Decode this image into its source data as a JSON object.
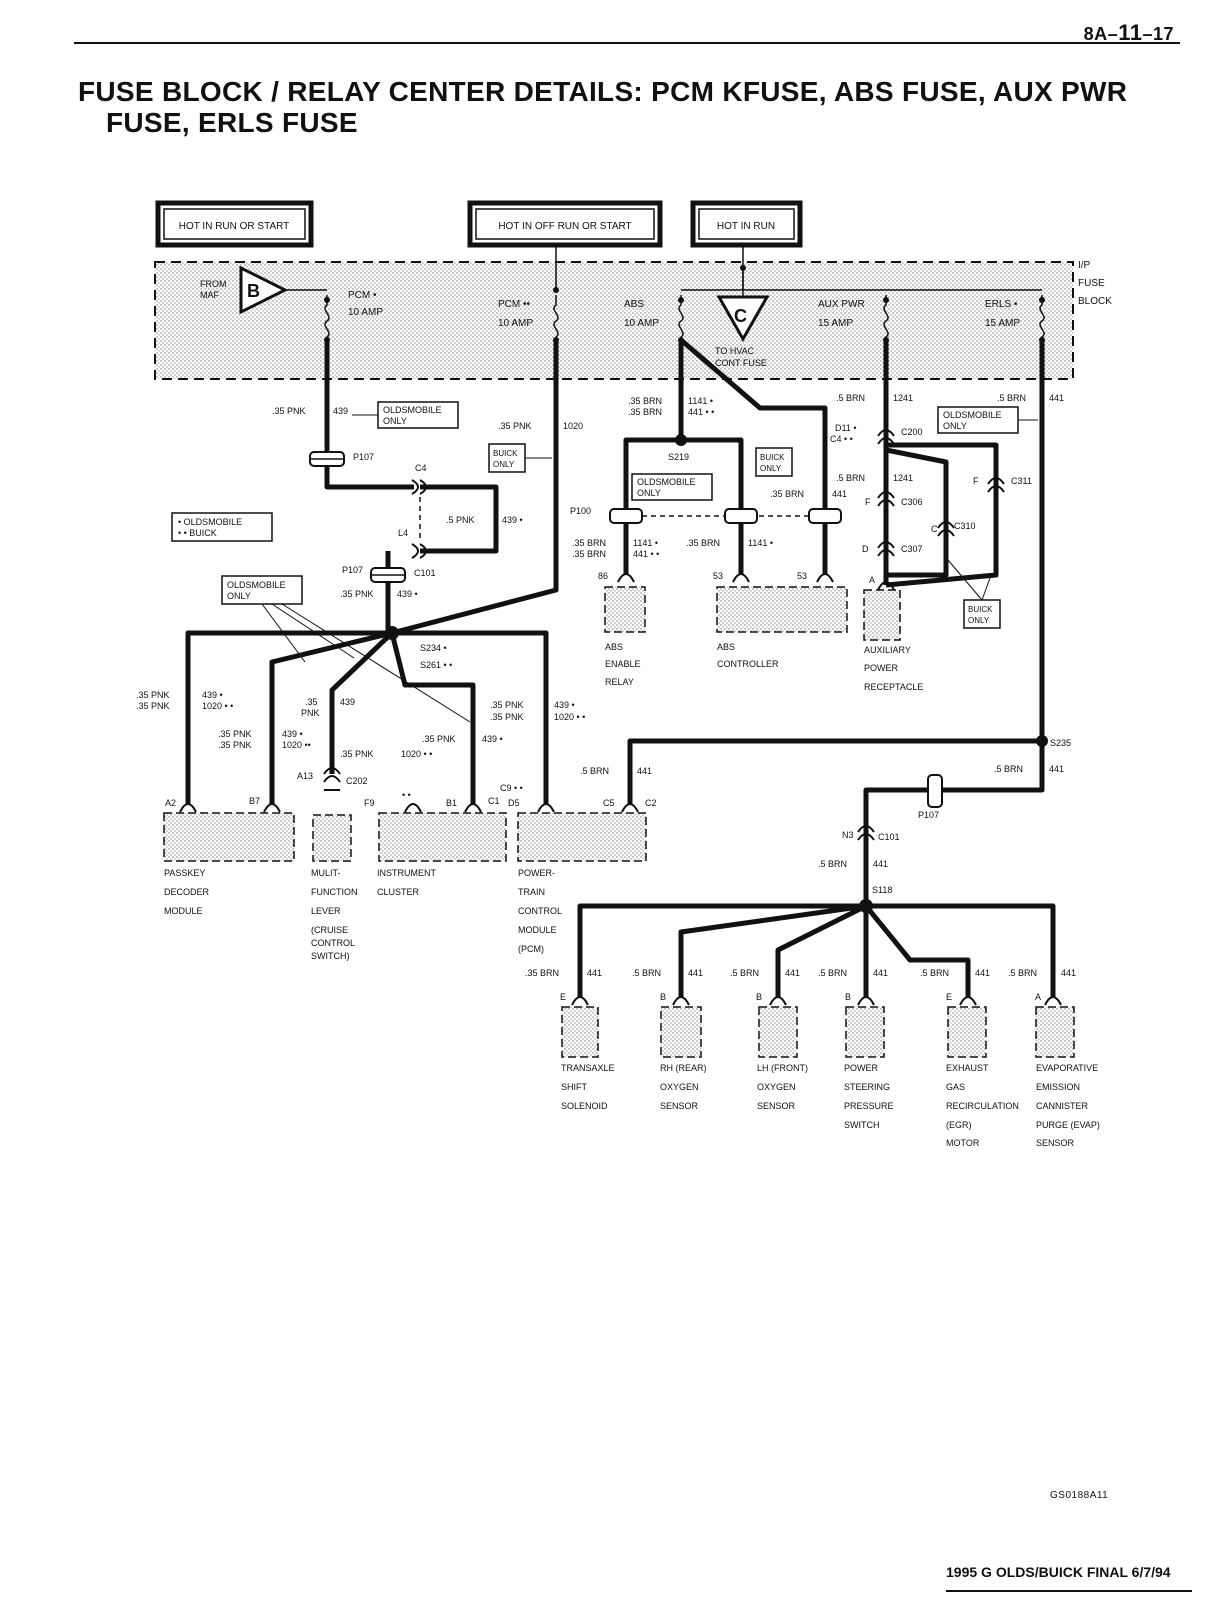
{
  "header": {
    "page_number_prefix": "8A–",
    "page_number_main": "11",
    "page_number_suffix": "–17"
  },
  "title": {
    "line1": "FUSE BLOCK / RELAY CENTER DETAILS: PCM kFUSE, ABS FUSE, AUX PWR",
    "line2": "FUSE, ERLS FUSE"
  },
  "power_boxes": {
    "run_start": "HOT IN RUN OR START",
    "off_run_start": "HOT IN OFF RUN OR START",
    "run": "HOT IN RUN"
  },
  "fuse_block": {
    "label": [
      "I/P",
      "FUSE",
      "BLOCK"
    ],
    "from_maf": [
      "FROM",
      "MAF"
    ],
    "b_symbol": "B",
    "c_symbol": "C",
    "to_hvac": [
      "TO HVAC",
      "CONT FUSE"
    ],
    "fuses": [
      {
        "name": "PCM •",
        "rating": "10 AMP"
      },
      {
        "name": "PCM ••",
        "rating": "10 AMP"
      },
      {
        "name": "ABS",
        "rating": "10 AMP"
      },
      {
        "name": "AUX PWR",
        "rating": "15 AMP"
      },
      {
        "name": "ERLS •",
        "rating": "15 AMP"
      }
    ]
  },
  "legend": {
    "oldsmobile": "• OLDSMOBILE",
    "buick": "• • BUICK"
  },
  "notes": {
    "oldsmobile_only": [
      "OLDSMOBILE",
      "ONLY"
    ],
    "buick_only": [
      "BUICK",
      "ONLY"
    ]
  },
  "wires": {
    "pnk439": ".35 PNK",
    "c439": "439",
    "pnk1020": ".35 PNK",
    "c1020": "1020",
    "brn1141": ".35 BRN",
    "c1141_a": "1141 •",
    "c441_b": "441 • •",
    "brn5": ".5 BRN",
    "c1241": "1241",
    "c441": "441",
    "pnk5": ".5 PNK",
    "c439d": "439 •",
    "c1020dd": "1020 • •",
    "c1020dd2": "1020 ••",
    "brn35": ".35 BRN",
    "pnk35_stacked": [
      ".35",
      "PNK"
    ]
  },
  "connectors": {
    "p107": "P107",
    "c4": "C4",
    "l4": "L4",
    "c101": "C101",
    "p100": "P100",
    "s219": "S219",
    "c200": "C200",
    "d11": "D11 •",
    "c4dd": "C4 • •",
    "c306": "C306",
    "c310": "C310",
    "c307": "C307",
    "c311": "C311",
    "s234": "S234 •",
    "s261": "S261 • •",
    "a13": "A13",
    "c202": "C202",
    "s235": "S235",
    "n3": "N3",
    "s118": "S118",
    "pin_86": "86",
    "pin_53a": "53",
    "pin_53b": "53",
    "pin_a": "A",
    "pin_f": "F",
    "pin_c": "C",
    "pin_d": "D",
    "pin_a2": "A2",
    "pin_b7": "B7",
    "pin_f9": "F9",
    "pin_b1": "B1",
    "pin_c1": "C1",
    "pin_c9": "C9 • •",
    "pin_d5": "D5",
    "pin_c5": "C5",
    "pin_c2": "C2",
    "pin_dd": "• •",
    "pin_e1": "E",
    "pin_b1b": "B",
    "pin_b2": "B",
    "pin_b3": "B",
    "pin_e2": "E",
    "pin_a3": "A"
  },
  "components": {
    "abs_relay": [
      "ABS",
      "ENABLE",
      "RELAY"
    ],
    "abs_controller": [
      "ABS",
      "CONTROLLER"
    ],
    "aux_power": [
      "AUXILIARY",
      "POWER",
      "RECEPTACLE"
    ],
    "passkey": [
      "PASSKEY",
      "DECODER",
      "MODULE"
    ],
    "multifunction": [
      "MULIT-",
      "FUNCTION",
      "LEVER",
      "(CRUISE",
      "CONTROL",
      "SWITCH)"
    ],
    "instrument": [
      "INSTRUMENT",
      "CLUSTER"
    ],
    "pcm": [
      "POWER-",
      "TRAIN",
      "CONTROL",
      "MODULE",
      "(PCM)"
    ],
    "transaxle": [
      "TRANSAXLE",
      "SHIFT",
      "SOLENOID"
    ],
    "rh_o2": [
      "RH (REAR)",
      "OXYGEN",
      "SENSOR"
    ],
    "lh_o2": [
      "LH (FRONT)",
      "OXYGEN",
      "SENSOR"
    ],
    "ps_switch": [
      "POWER",
      "STEERING",
      "PRESSURE",
      "SWITCH"
    ],
    "egr": [
      "EXHAUST",
      "GAS",
      "RECIRCULATION",
      "(EGR)",
      "MOTOR"
    ],
    "evap": [
      "EVAPORATIVE",
      "EMISSION",
      "CANNISTER",
      "PURGE (EVAP)",
      "SENSOR"
    ]
  },
  "figure_code": "GS0188A11",
  "footer": "1995 G OLDS/BUICK FINAL 6/7/94"
}
